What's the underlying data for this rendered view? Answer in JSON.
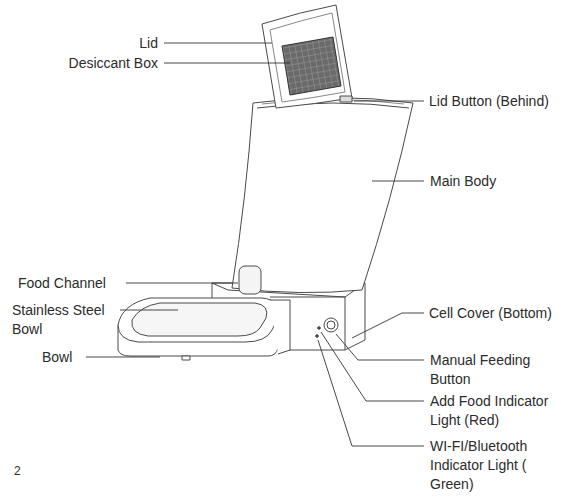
{
  "diagram": {
    "labels": [
      "Lid",
      "Desiccant Box",
      "Lid Button (Behind)",
      "Main Body",
      "Food Channel",
      "Stainless Steel Bowl",
      "Bowl",
      "Cell Cover (Bottom)",
      "Manual Feeding Button",
      "Add Food Indicator Light (Red)",
      "WI-FI/Bluetooth Indicator Light ( Green)",
      "2"
    ]
  }
}
